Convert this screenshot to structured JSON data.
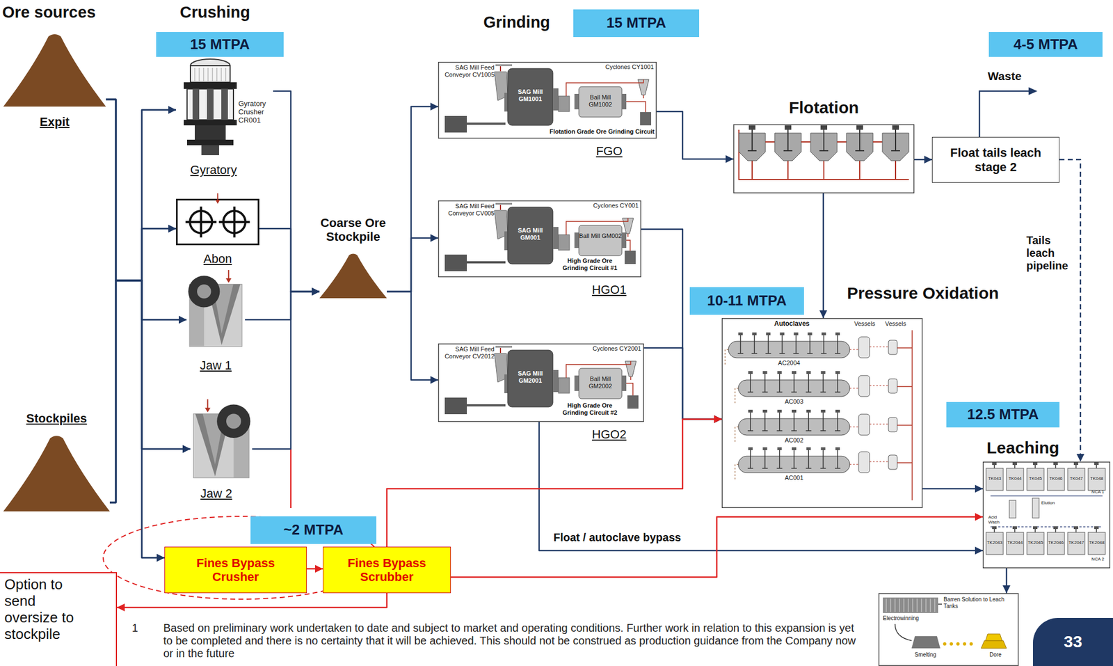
{
  "diagram": {
    "nodes": [
      {
        "text": [
          "Expit"
        ]
      },
      {
        "text": [
          "Stockpiles"
        ]
      },
      {
        "text": [
          "15 MTPA"
        ]
      },
      {
        "text": [
          "Gyratory Crusher CR001",
          "Gyratory"
        ]
      },
      {
        "text": [
          "Abon"
        ]
      },
      {
        "text": [
          "Jaw 1"
        ]
      },
      {
        "text": [
          "Jaw 2"
        ]
      },
      {
        "text": [
          "~2 MTPA"
        ]
      },
      {
        "text": [
          "Fines Bypass Crusher"
        ]
      },
      {
        "text": [
          "Fines Bypass Scrubber"
        ]
      },
      {
        "text": [
          "Option to send oversize to stockpile"
        ]
      },
      {
        "text": [
          "Coarse Ore Stockpile"
        ]
      },
      {
        "text": [
          "15 MTPA"
        ]
      },
      {
        "text": [
          "SAG Mill Feed Conveyor CV1005",
          "SAG Mill GM1001",
          "Ball Mill GM1002",
          "Cyclones CY1001",
          "Flotation Grade Ore Grinding Circuit",
          "FGO"
        ]
      },
      {
        "text": [
          "SAG Mill Feed Conveyor CV005",
          "SAG Mill GM001",
          "Ball Mill GM002",
          "Cyclones CY001",
          "High Grade Ore Grinding Circuit #1",
          "HGO1"
        ]
      },
      {
        "text": [
          "SAG Mill Feed Conveyor CV2012",
          "SAG Mill GM2001",
          "Ball Mill GM2002",
          "Cyclones CY2001",
          "High Grade Ore Grinding Circuit #2",
          "HGO2"
        ]
      },
      {
        "text": [
          "4-5 MTPA"
        ]
      },
      {
        "text": [
          "Flotation"
        ]
      },
      {
        "text": [
          "Float tails leach stage 2"
        ]
      },
      {
        "text": [
          "10-11 MTPA"
        ]
      },
      {
        "text": [
          "Pressure Oxidation",
          "Autoclaves",
          "Vessels",
          "Vessels",
          "AC2004",
          "AC003",
          "AC002",
          "AC001"
        ]
      },
      {
        "text": [
          "12.5 MTPA"
        ]
      },
      {
        "text": [
          "Leaching",
          "TK043",
          "TK044",
          "TK045",
          "TK046",
          "TK047",
          "TK048",
          "NCA 1",
          "Elution",
          "Acid Wash",
          "TK2043",
          "TK2044",
          "TK2045",
          "TK2046",
          "TK2047",
          "TK2048",
          "NCA 2"
        ]
      },
      {
        "text": [
          "Barren Solution to Leach Tanks",
          "Electrowinning",
          "Smelting",
          "Dore"
        ]
      },
      {
        "text": [
          "33"
        ]
      }
    ],
    "edges": [
      {
        "from": 0,
        "to": 3,
        "arrow": "to"
      },
      {
        "from": 0,
        "to": 4,
        "arrow": "to"
      },
      {
        "from": 0,
        "to": 5,
        "arrow": "to"
      },
      {
        "from": 0,
        "to": 6,
        "arrow": "to"
      },
      {
        "from": 0,
        "to": 8,
        "arrow": "to"
      },
      {
        "from": 1,
        "to": 3,
        "arrow": "to"
      },
      {
        "from": 1,
        "to": 4,
        "arrow": "to"
      },
      {
        "from": 1,
        "to": 5,
        "arrow": "to"
      },
      {
        "from": 1,
        "to": 6,
        "arrow": "to"
      },
      {
        "from": 1,
        "to": 8,
        "arrow": "to"
      },
      {
        "from": 3,
        "to": 11,
        "arrow": "to"
      },
      {
        "from": 4,
        "to": 11,
        "arrow": "to"
      },
      {
        "from": 5,
        "to": 11,
        "arrow": "to"
      },
      {
        "from": 6,
        "to": 11,
        "arrow": "to"
      },
      {
        "from": 11,
        "to": 13,
        "arrow": "to"
      },
      {
        "from": 11,
        "to": 14,
        "arrow": "to"
      },
      {
        "from": 11,
        "to": 15,
        "arrow": "to"
      },
      {
        "from": 13,
        "to": 17,
        "arrow": "to"
      },
      {
        "from": 14,
        "to": 20,
        "arrow": "to"
      },
      {
        "from": 15,
        "to": 20,
        "arrow": "to"
      },
      {
        "from": 17,
        "to": 18,
        "arrow": "to"
      },
      {
        "from": 17,
        "to": 20,
        "arrow": "to"
      },
      {
        "from": 18,
        "to": 22,
        "label": "Tails leach pipeline",
        "arrow": "to"
      },
      {
        "from": 20,
        "to": 22,
        "arrow": "to"
      },
      {
        "from": 15,
        "to": 22,
        "label": "Float / autoclave bypass",
        "arrow": "to"
      },
      {
        "from": 8,
        "to": 9,
        "arrow": "to"
      },
      {
        "from": 9,
        "to": 20,
        "arrow": "to"
      },
      {
        "from": 9,
        "to": 22,
        "arrow": "to"
      },
      {
        "from": 9,
        "to": 10,
        "arrow": "to"
      },
      {
        "from": 22,
        "to": 23,
        "arrow": "to"
      }
    ],
    "labels": [
      "Ore sources",
      "Crushing",
      "Grinding",
      "Waste",
      "1",
      "Based on preliminary work undertaken to date and subject to market and operating conditions. Further work in relation to this expansion is yet to be completed and there is no certainty that it will be achieved. This should not be construed as production guidance from the Company now or in the future"
    ]
  }
}
